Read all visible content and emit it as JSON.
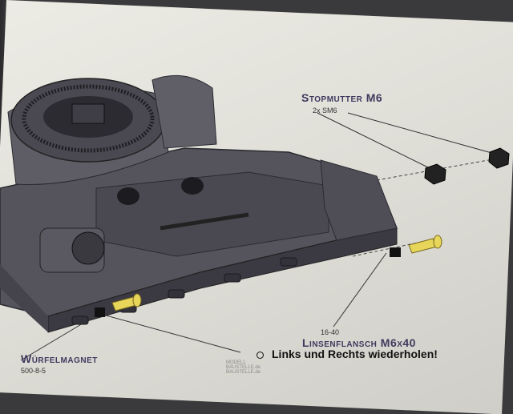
{
  "labels": {
    "stopmutter": {
      "title": "Stopmutter M6",
      "code": "2x SM6"
    },
    "linsenflansch": {
      "title": "Linsenflansch M6x40",
      "code": "16-40"
    },
    "wuerfelmagnet": {
      "title": "Würfelmagnet",
      "code": "500-8-5"
    }
  },
  "instruction": "Links und Rechts wiederholen!",
  "stamp": {
    "line1": "MODELL",
    "line2": "BAUSTELLE.de",
    "line3": "BAUSTELLE.de"
  },
  "colors": {
    "body": "#4d4c55",
    "label": "#3f3a5e",
    "screw": "#e8d65a"
  }
}
